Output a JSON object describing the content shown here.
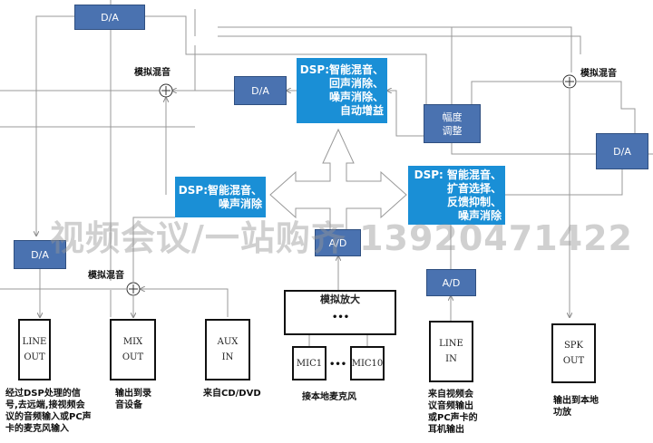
{
  "blocks": {
    "da_top": "D/A",
    "da_mid": "D/A",
    "da_right": "D/A",
    "da_left": "D/A",
    "ad_center": "A/D",
    "ad_right": "A/D",
    "amp_adjust": "幅度\n调整",
    "dsp_top": "DSP:智能混音、\n回声消除、\n噪声消除、\n自动增益",
    "dsp_left": "DSP:智能混音、\n噪声消除",
    "dsp_right": "DSP: 智能混音、\n扩音选择、\n反馈抑制、\n噪声消除",
    "analog_amp": "模拟放大",
    "amp_dots": "•••"
  },
  "mix_labels": {
    "top_left": "模拟混音",
    "right": "模拟混音",
    "bottom_left": "模拟混音"
  },
  "io": {
    "line_out": "LINE\nOUT",
    "mix_out": "MIX\nOUT",
    "aux_in": "AUX\nIN",
    "mic1": "MIC1",
    "mic_dots": "•••",
    "mic10": "MIC10",
    "line_in": "LINE\nIN",
    "spk_out": "SPK\nOUT"
  },
  "captions": {
    "line_out": "经过DSP处理的信\n号,去远端,接视频会\n议的音频输入或PC声\n卡的麦克风输入",
    "mix_out": "输出到录\n音设备",
    "aux_in": "来自CD/DVD",
    "mics": "接本地麦克风",
    "line_in": "来自视频会\n议音频输出\n或PC声卡的\n耳机输出",
    "spk_out": "输出到本地\n功放"
  },
  "watermark": "视频会议/一站购齐 13920471422"
}
